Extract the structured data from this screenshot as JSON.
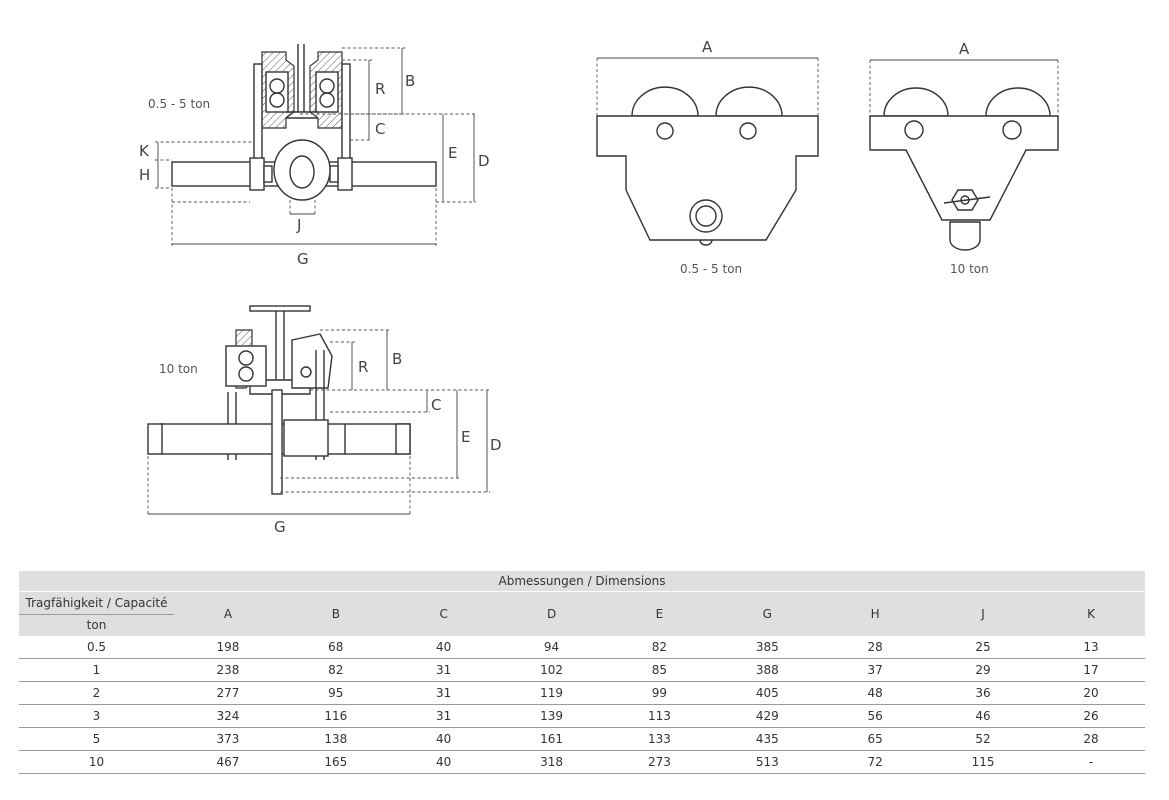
{
  "drawing_labels": {
    "side_small_caption": "0.5 - 5 ton",
    "side_large_caption": "10 ton",
    "front_small_caption": "0.5 - 5 ton",
    "front_large_caption": "10 ton",
    "dim_a": "A",
    "dim_b": "B",
    "dim_c": "C",
    "dim_d": "D",
    "dim_e": "E",
    "dim_g": "G",
    "dim_h": "H",
    "dim_j": "J",
    "dim_k": "K",
    "dim_r": "R"
  },
  "table": {
    "title": "Abmessungen / Dimensions",
    "capacity_header": "Tragfähigkeit / Capacité",
    "capacity_unit": "ton",
    "columns": [
      "A",
      "B",
      "C",
      "D",
      "E",
      "G",
      "H",
      "J",
      "K"
    ],
    "rows": [
      [
        "0.5",
        "198",
        "68",
        "40",
        "94",
        "82",
        "385",
        "28",
        "25",
        "13"
      ],
      [
        "1",
        "238",
        "82",
        "31",
        "102",
        "85",
        "388",
        "37",
        "29",
        "17"
      ],
      [
        "2",
        "277",
        "95",
        "31",
        "119",
        "99",
        "405",
        "48",
        "36",
        "20"
      ],
      [
        "3",
        "324",
        "116",
        "31",
        "139",
        "113",
        "429",
        "56",
        "46",
        "26"
      ],
      [
        "5",
        "373",
        "138",
        "40",
        "161",
        "133",
        "435",
        "65",
        "52",
        "28"
      ],
      [
        "10",
        "467",
        "165",
        "40",
        "318",
        "273",
        "513",
        "72",
        "115",
        "-"
      ]
    ]
  }
}
